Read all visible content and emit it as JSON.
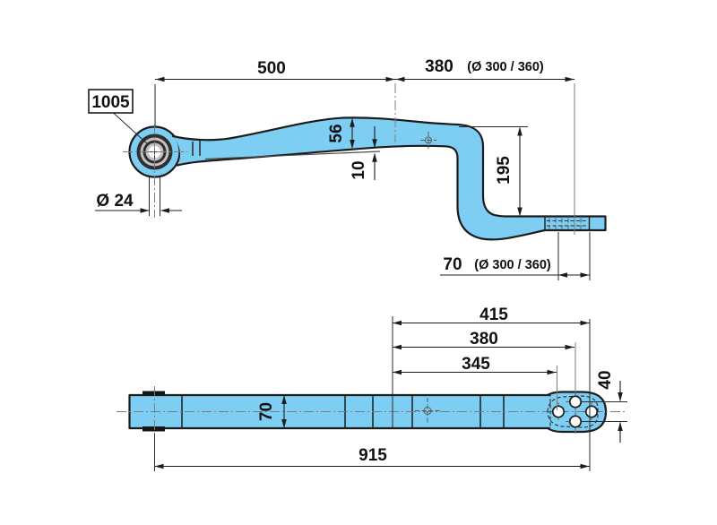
{
  "drawing": {
    "background": "#ffffff",
    "part_fill": "#7dcef2",
    "outline_color": "#1c1c1c",
    "callout_label": "1005",
    "side_view": {
      "dim_500": "500",
      "dim_380": "380",
      "dim_380_note": "(Ø 300 / 360)",
      "dim_56": "56",
      "dim_10": "10",
      "dim_195": "195",
      "dim_eye_bore": "Ø 24",
      "dim_70": "70",
      "dim_70_note": "(Ø 300 / 360)"
    },
    "plan_view": {
      "dim_415": "415",
      "dim_380": "380",
      "dim_345": "345",
      "dim_70": "70",
      "dim_40": "40",
      "dim_915": "915"
    }
  }
}
